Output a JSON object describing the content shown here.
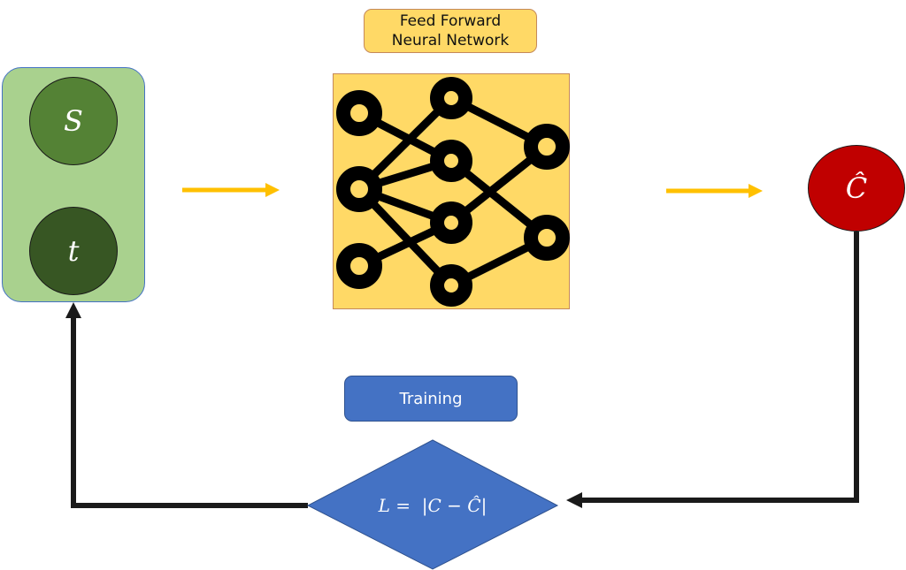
{
  "title": {
    "line1": "Feed Forward",
    "line2": "Neural Network"
  },
  "inputs": {
    "s_label": "S",
    "t_label": "t"
  },
  "output": {
    "label": "Ĉ"
  },
  "training": {
    "label": "Training"
  },
  "loss": {
    "formula": "L =  |C − Ĉ|"
  },
  "colors": {
    "title_fill": "#ffd966",
    "input_panel_fill": "#a9d18e",
    "s_node": "#548235",
    "t_node": "#375623",
    "output_node": "#c00000",
    "training_fill": "#4472c4",
    "forward_arrow": "#ffc000",
    "feedback_arrow": "#1a1a1a"
  },
  "network": {
    "layers": [
      3,
      4,
      2
    ],
    "edges": [
      [
        [
          0,
          0
        ],
        [
          1,
          1
        ]
      ],
      [
        [
          0,
          1
        ],
        [
          1,
          0
        ]
      ],
      [
        [
          0,
          1
        ],
        [
          1,
          1
        ]
      ],
      [
        [
          0,
          1
        ],
        [
          1,
          2
        ]
      ],
      [
        [
          0,
          1
        ],
        [
          1,
          3
        ]
      ],
      [
        [
          0,
          2
        ],
        [
          1,
          2
        ]
      ],
      [
        [
          1,
          0
        ],
        [
          2,
          0
        ]
      ],
      [
        [
          1,
          1
        ],
        [
          2,
          1
        ]
      ],
      [
        [
          1,
          2
        ],
        [
          2,
          0
        ]
      ],
      [
        [
          1,
          3
        ],
        [
          2,
          1
        ]
      ]
    ]
  }
}
